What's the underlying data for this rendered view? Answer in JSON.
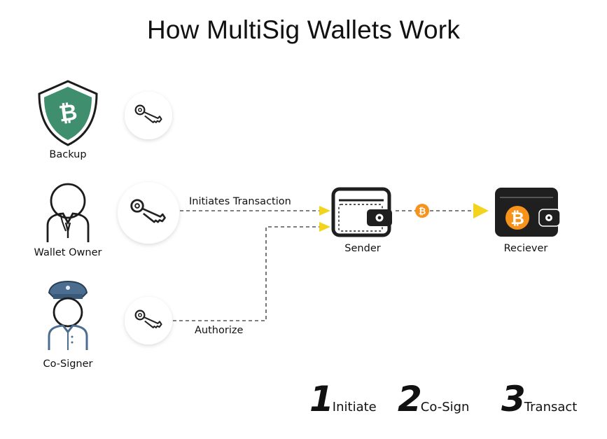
{
  "title": "How MultiSig Wallets Work",
  "roles": {
    "backup": "Backup",
    "wallet_owner": "Wallet Owner",
    "co_signer": "Co-Signer"
  },
  "flows": {
    "initiates": "Initiates Transaction",
    "authorize": "Authorize"
  },
  "wallets": {
    "sender": "Sender",
    "receiver": "Reciever"
  },
  "steps": [
    {
      "number": "1",
      "label": "Initiate"
    },
    {
      "number": "2",
      "label": "Co-Sign"
    },
    {
      "number": "3",
      "label": "Transact"
    }
  ],
  "colors": {
    "shield_green": "#3f8f6e",
    "bitcoin_orange": "#f7931a",
    "arrow_yellow": "#f2d41f",
    "officer_blue": "#4a6d90",
    "wallet_dark": "#1f1f1f"
  },
  "icons": [
    "shield-bitcoin-icon",
    "key-icon",
    "person-icon",
    "officer-icon",
    "wallet-icon",
    "bitcoin-icon",
    "arrow-head-icon"
  ]
}
